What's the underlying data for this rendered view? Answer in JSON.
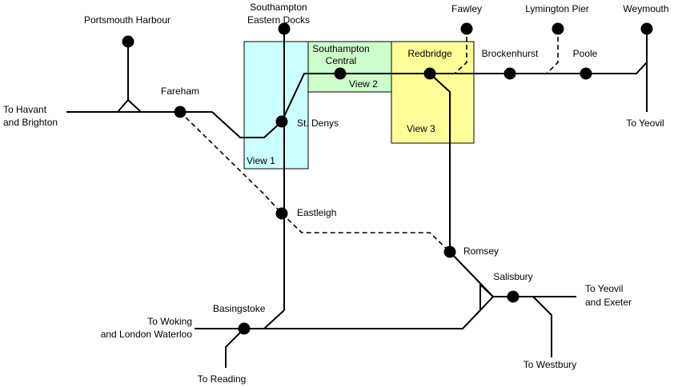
{
  "views": {
    "view1": {
      "label": "View 1",
      "color": "#ccffff"
    },
    "view2": {
      "label": "View 2",
      "color": "#ccffcc"
    },
    "view3": {
      "label": "View 3",
      "color": "#ffff99"
    }
  },
  "stations": {
    "portsmouth_harbour": "Portsmouth Harbour",
    "southampton_eastern_docks": [
      "Southampton",
      "Eastern Docks"
    ],
    "fawley": "Fawley",
    "lymington_pier": "Lymington Pier",
    "weymouth": "Weymouth",
    "southampton_central": [
      "Southampton",
      "Central"
    ],
    "redbridge": "Redbridge",
    "brockenhurst": "Brockenhurst",
    "poole": "Poole",
    "fareham": "Fareham",
    "st_denys": "St. Denys",
    "eastleigh": "Eastleigh",
    "romsey": "Romsey",
    "salisbury": "Salisbury",
    "basingstoke": "Basingstoke"
  },
  "destinations": {
    "havant": [
      "To Havant",
      "and Brighton"
    ],
    "yeovil": "To Yeovil",
    "yeovil_exeter": [
      "To Yeovil",
      "and Exeter"
    ],
    "woking": [
      "To Woking",
      "and London Waterloo"
    ],
    "reading": "To Reading",
    "westbury": "To Westbury"
  }
}
